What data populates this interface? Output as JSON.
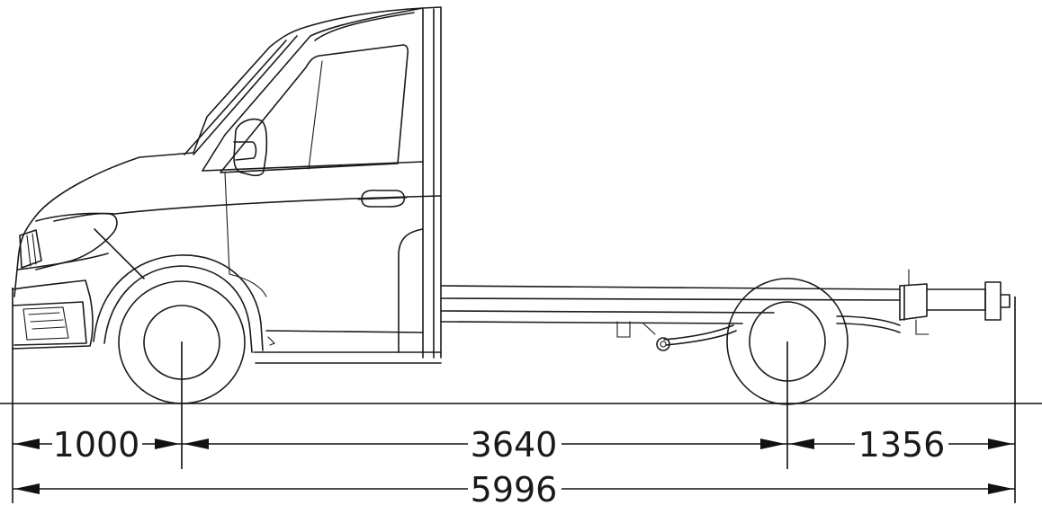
{
  "dimensions": {
    "front_overhang": "1000",
    "wheelbase": "3640",
    "rear_overhang": "1356",
    "overall_length": "5996"
  }
}
